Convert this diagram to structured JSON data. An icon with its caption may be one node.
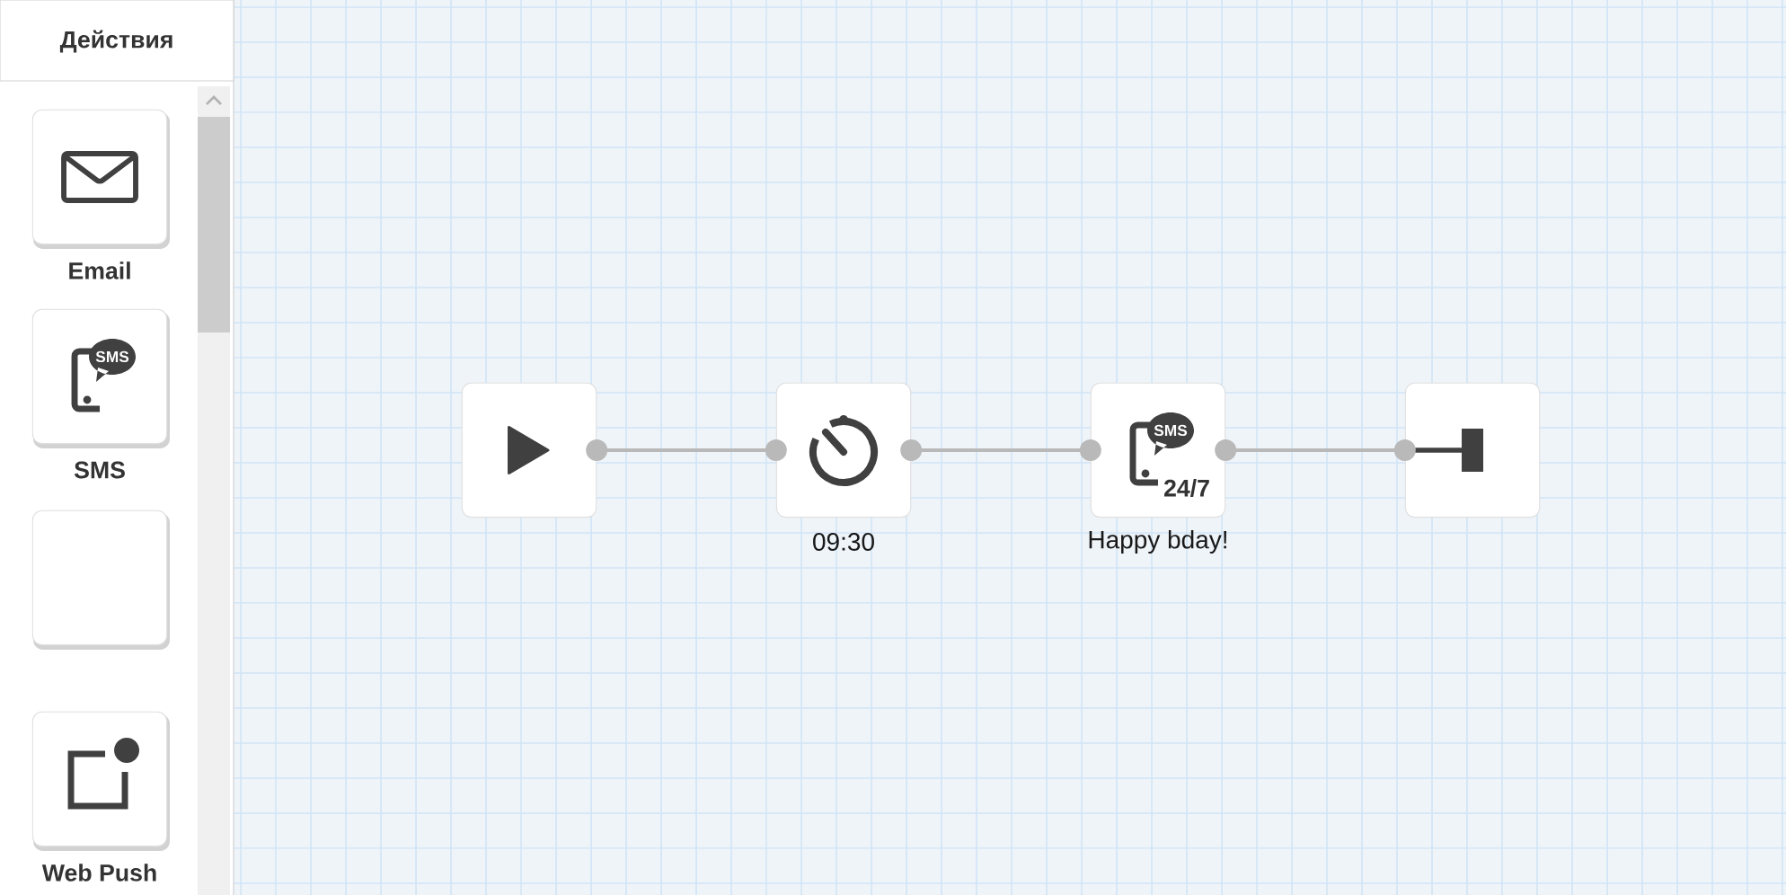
{
  "diagram": {
    "nodes": [
      {
        "text": [
          "Email"
        ]
      },
      {
        "text": [
          "SMS",
          "SMS"
        ]
      },
      {
        "text": [],
        "shape": "box"
      },
      {
        "text": [
          "Web Push"
        ]
      },
      {
        "text": [],
        "shape": "box"
      },
      {
        "text": [],
        "shape": "box",
        "beside": [
          "09:30"
        ]
      },
      {
        "text": [
          "SMS",
          "24/7"
        ],
        "beside": [
          "Happy bday!"
        ]
      },
      {
        "text": [],
        "shape": "box"
      }
    ],
    "edges": [
      {
        "from": 4,
        "to": 5,
        "arrow": "other"
      },
      {
        "from": 5,
        "to": 6,
        "arrow": "other"
      },
      {
        "from": 6,
        "to": 7,
        "arrow": "other"
      }
    ],
    "labels": [
      "Действия"
    ]
  }
}
